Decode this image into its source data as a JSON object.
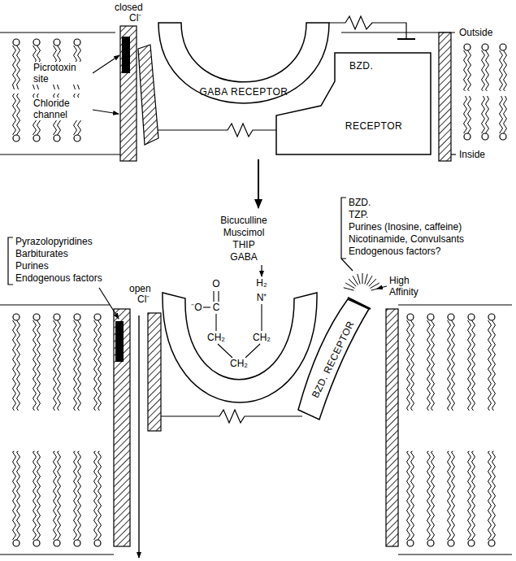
{
  "diagram": {
    "nodes": [
      {
        "text": [
          "GABA RECEPTOR"
        ]
      },
      {
        "text": [
          "BZD.",
          "RECEPTOR"
        ]
      },
      {
        "text": [
          "BZD. RECEPTOR"
        ]
      }
    ],
    "labels": [
      "closed",
      "Cl⁻",
      "Picrotoxin site",
      "Chloride channel",
      "Outside",
      "Inside",
      "Pyrazolopyridines",
      "Barbiturates",
      "Purines",
      "Endogenous factors",
      "open",
      "Cl⁻",
      "Bicuculline",
      "Muscimol",
      "THIP",
      "GABA",
      "BZD.",
      "TZP.",
      "Purines (Inosine, caffeine)",
      "Nicotinamide, Convulsants",
      "Endogenous factors?",
      "High Affinity",
      "⁻O",
      "O",
      "C",
      "H₂",
      "N⁺",
      "CH₂",
      "CH₂",
      "CH₂"
    ]
  }
}
